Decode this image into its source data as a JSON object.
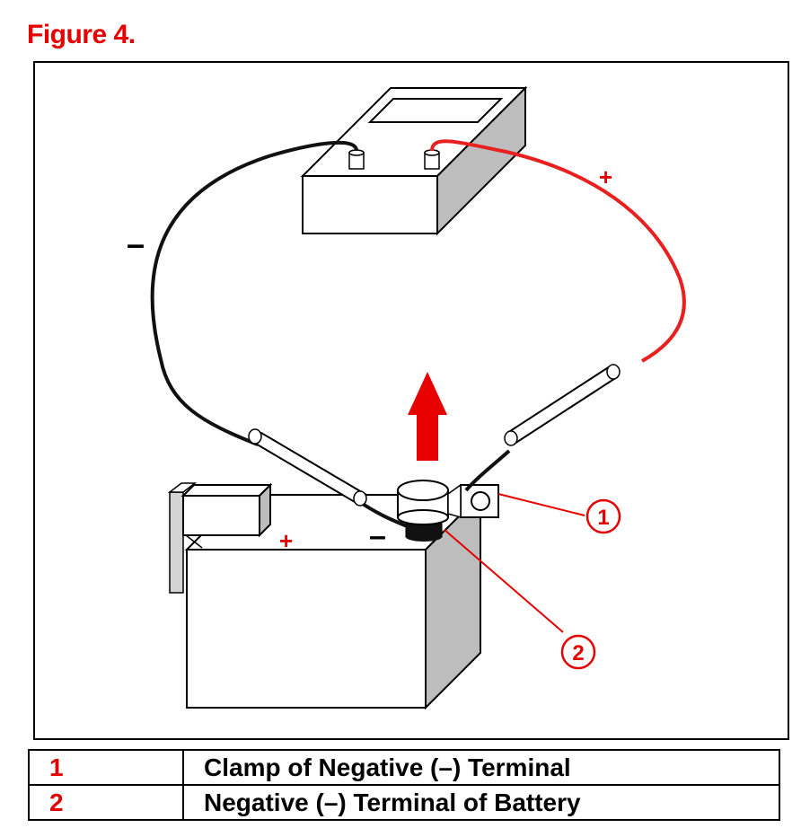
{
  "figure": {
    "title": "Figure 4."
  },
  "diagram": {
    "multimeter_plus_label": "+",
    "multimeter_minus_label": "–",
    "battery_plus_label": "+",
    "battery_minus_label": "–",
    "callouts": [
      {
        "number": "1"
      },
      {
        "number": "2"
      }
    ],
    "colors": {
      "positive_lead": "#e82020",
      "negative_lead": "#111111",
      "callout": "#e60000",
      "arrow": "#e60000",
      "box_side": "#bdbdbd"
    }
  },
  "legend": {
    "rows": [
      {
        "number": "1",
        "description": "Clamp of Negative (–) Terminal"
      },
      {
        "number": "2",
        "description": "Negative (–) Terminal of Battery"
      }
    ]
  }
}
